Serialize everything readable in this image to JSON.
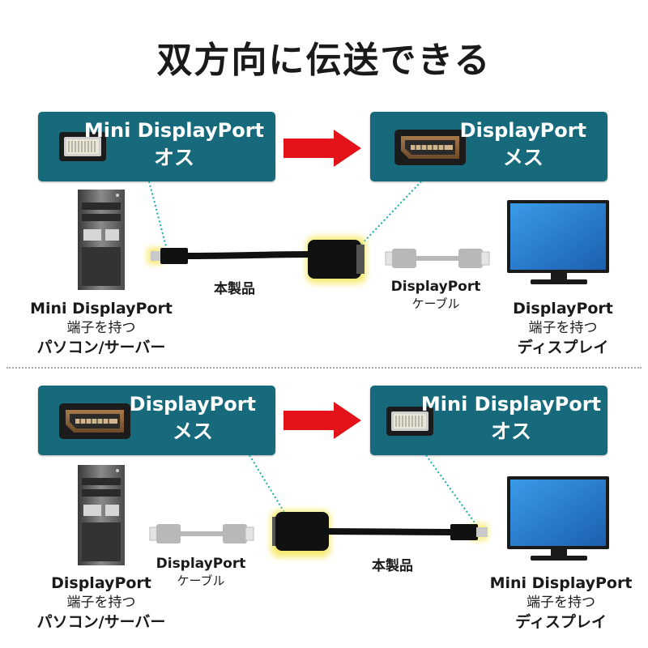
{
  "title": "双方向に伝送できる",
  "colors": {
    "box": "#176a7c",
    "arrow": "#e3121b",
    "glow": "#f4e54e",
    "dotted": "#1aa9a9",
    "monitor_screen": "#2d7fd4"
  },
  "top": {
    "left_box": {
      "line1": "Mini DisplayPort",
      "line2": "オス",
      "icon": "mini-displayport-plug-icon"
    },
    "right_box": {
      "line1": "DisplayPort",
      "line2": "メス",
      "icon": "displayport-receptacle-icon"
    },
    "product_label": "本製品",
    "cable_label": {
      "line1": "DisplayPort",
      "line2": "ケーブル"
    },
    "source": {
      "line1": "Mini DisplayPort",
      "line2": "端子を持つ",
      "line3": "パソコン/サーバー"
    },
    "sink": {
      "line1": "DisplayPort",
      "line2": "端子を持つ",
      "line3": "ディスプレイ"
    }
  },
  "bottom": {
    "left_box": {
      "line1": "DisplayPort",
      "line2": "メス",
      "icon": "displayport-receptacle-icon"
    },
    "right_box": {
      "line1": "Mini DisplayPort",
      "line2": "オス",
      "icon": "mini-displayport-plug-icon"
    },
    "product_label": "本製品",
    "cable_label": {
      "line1": "DisplayPort",
      "line2": "ケーブル"
    },
    "source": {
      "line1": "DisplayPort",
      "line2": "端子を持つ",
      "line3": "パソコン/サーバー"
    },
    "sink": {
      "line1": "Mini DisplayPort",
      "line2": "端子を持つ",
      "line3": "ディスプレイ"
    }
  }
}
